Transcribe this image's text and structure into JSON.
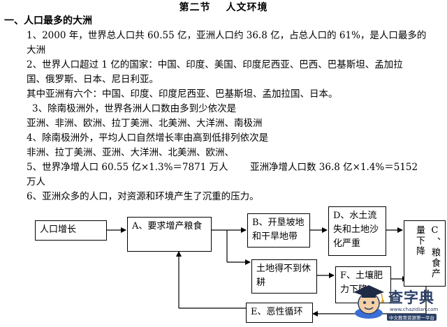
{
  "header": {
    "section": "第二节",
    "title": "人文环境"
  },
  "heading": "一、人口最多的大洲",
  "paragraphs": [
    "1、2000 年，世界总人口共 60.55 亿，亚洲人口约 36.8 亿，占总人口的 61%，是人口最多的",
    "大洲",
    "2、世界人口超过 1 亿的国家：中国、印度、美国、印度尼西亚、巴西、巴基斯坦、孟加拉",
    "国、俄罗斯、日本、尼日利亚。",
    "其中亚洲有六个：中国、印度、印度尼西亚、巴基斯坦、孟加拉国、日本。",
    "3、除南极洲外，世界各洲人口数由多到少依次是",
    "亚洲、非洲、欧洲、拉丁美洲、北美洲、大洋洲、南极洲",
    "4、除南极洲外，平均人口自然增长率由高到低排列依次是",
    "非洲、拉丁美洲、亚洲、大洋洲、北美洲、欧洲、",
    "5、世界净增人口 60.55 亿×1.3%＝7871 万人",
    "亚洲净增人口数 36.8 亿×1.4%＝5152",
    "万人",
    "6、亚洲众多的人口，对资源和环境产生了沉重的压力。"
  ],
  "diagram": {
    "growth": "人口增长",
    "a": "A、要求增产粮食",
    "b": "B、开垦坡地和干旱地带",
    "d": "D、水土流失和土地沙化严重",
    "c": "C、粮食产量下降",
    "fallow": "土地得不到休耕",
    "f": "F、土壤肥力下降",
    "e": "E、恶性循环"
  },
  "watermark": {
    "brand": "查字典",
    "url": "www.chazidian.com",
    "slogan": "中文教育资源第一平台"
  }
}
